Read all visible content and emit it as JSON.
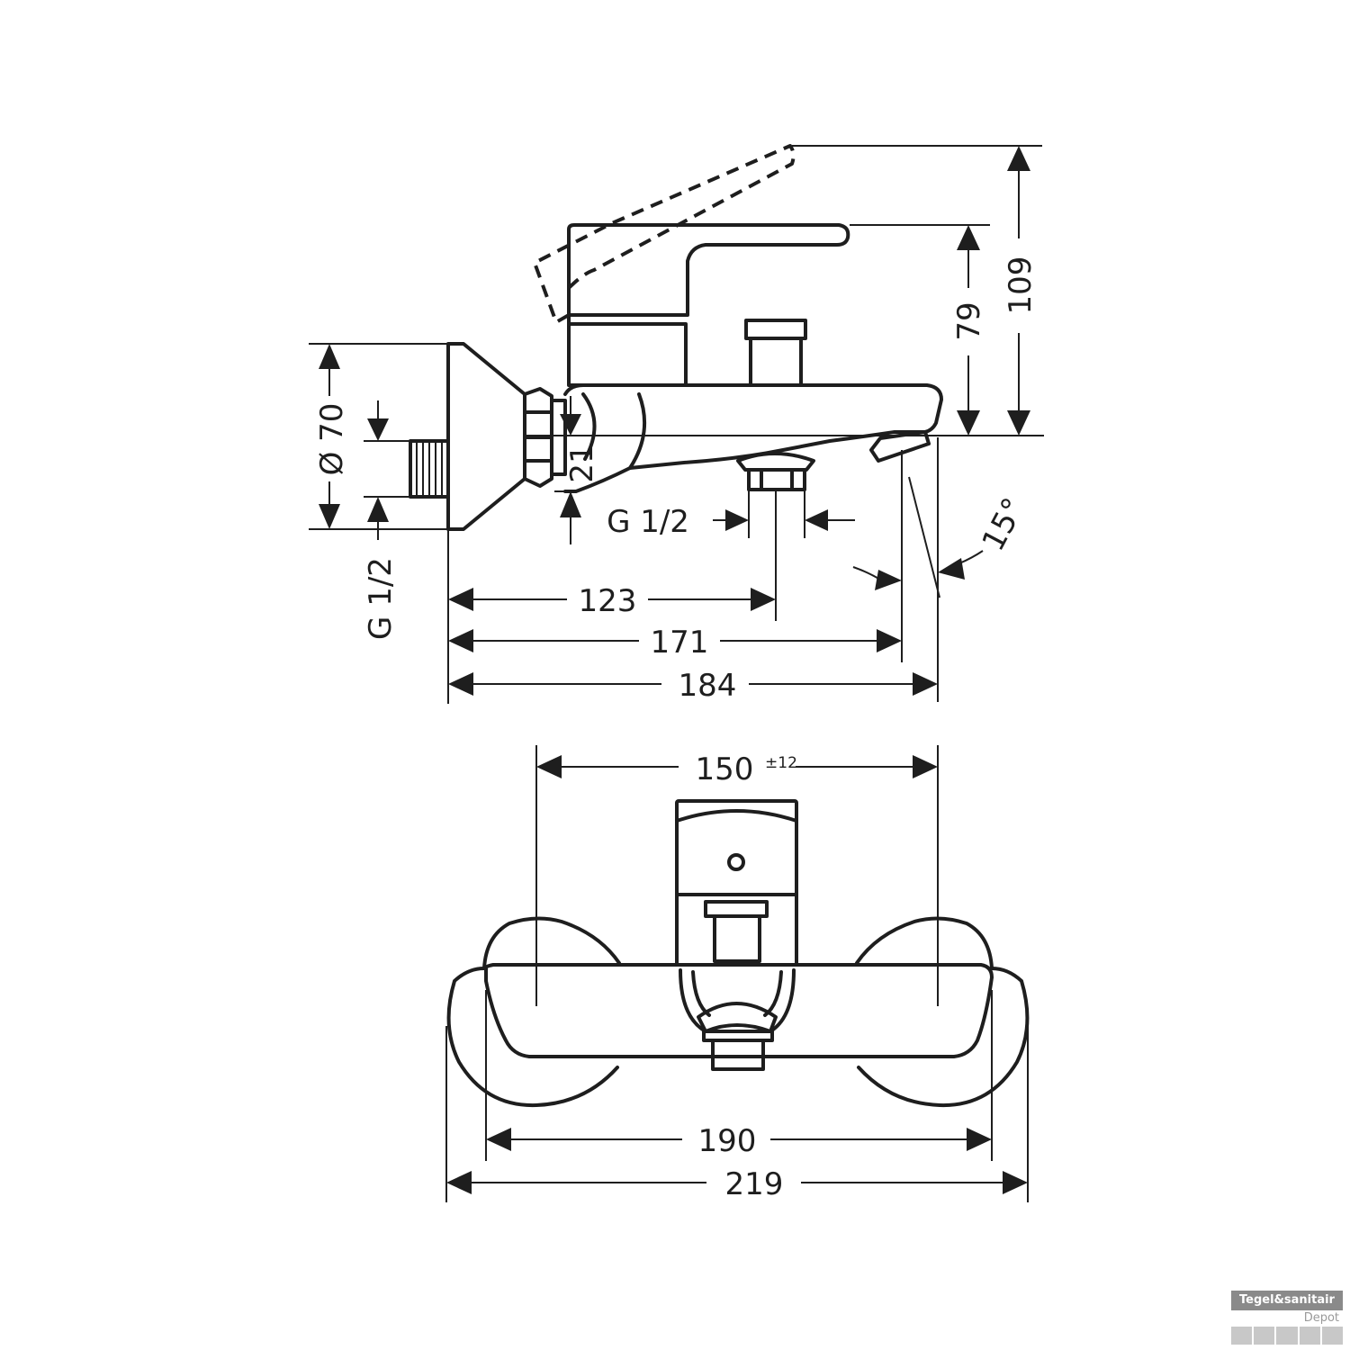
{
  "side_view": {
    "dimensions": {
      "d_70": "Ø 70",
      "g12_left": "G 1/2",
      "d_21": "21",
      "g12_outlet": "G 1/2",
      "d_79": "79",
      "d_109": "109",
      "angle_15": "15°",
      "d_123": "123",
      "d_171": "171",
      "d_184": "184"
    }
  },
  "front_view": {
    "dimensions": {
      "d_150": "150",
      "d_150_tol": "±12",
      "d_190": "190",
      "d_219": "219"
    }
  },
  "watermark": {
    "brand": "Tegel&sanitair",
    "sub": "Depot"
  }
}
